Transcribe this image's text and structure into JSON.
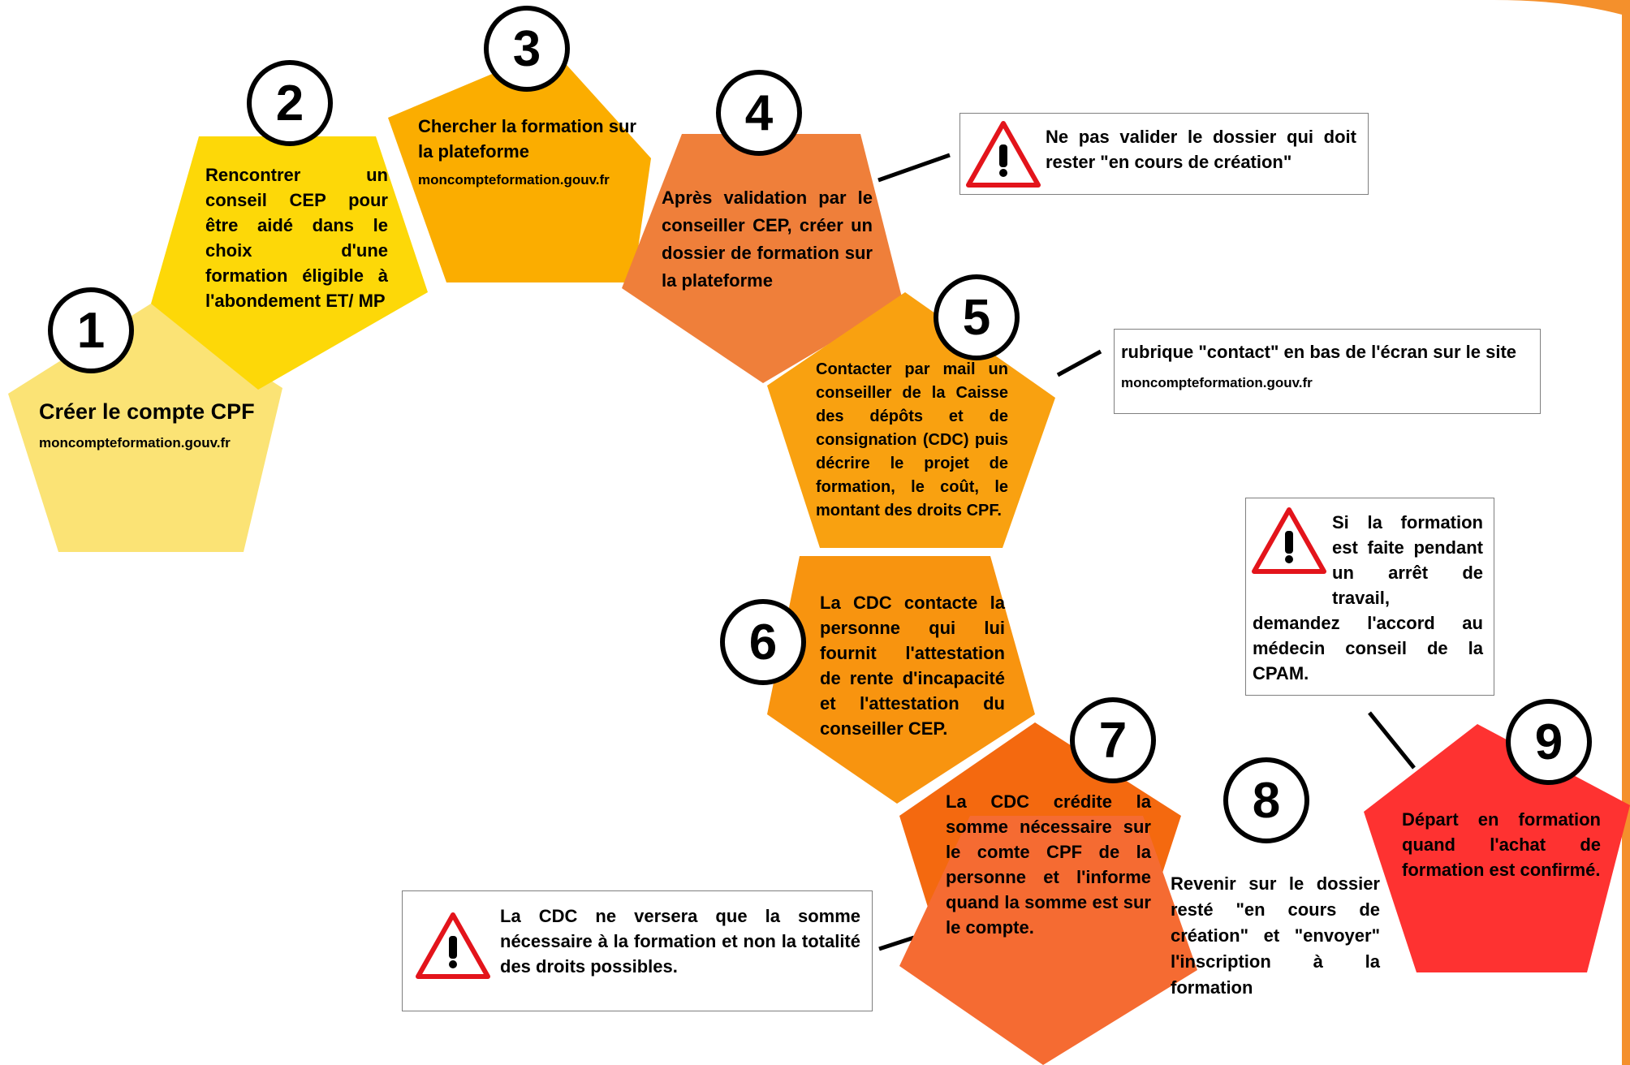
{
  "colors": {
    "step1": "#fbe375",
    "step2": "#fdd808",
    "step3": "#fbad00",
    "step4": "#ef7f3a",
    "step5": "#f9a110",
    "step6": "#f8940f",
    "step7": "#f4690f",
    "step8": "#f56b32",
    "step9": "#fe3231",
    "accent_corner": "#f4902c",
    "warning_red": "#e3141b"
  },
  "steps": [
    {
      "number": "1",
      "title": "Créer le compte CPF",
      "url": "moncompteformation.gouv.fr"
    },
    {
      "number": "2",
      "text": "Rencontrer un conseil CEP pour être aidé dans le choix d'une formation éligible à l'abondement ET/ MP"
    },
    {
      "number": "3",
      "title": "Chercher la formation sur la plateforme",
      "url": "moncompteformation.gouv.fr"
    },
    {
      "number": "4",
      "text": "Après validation par le conseiller CEP, créer un dossier de formation sur la plateforme"
    },
    {
      "number": "5",
      "text": "Contacter par mail un conseiller de la Caisse des dépôts et de consignation (CDC) puis décrire le projet de formation, le coût, le montant des droits CPF."
    },
    {
      "number": "6",
      "text": "La CDC contacte la personne qui lui fournit l'attestation de rente d'incapacité et l'attestation du conseiller CEP."
    },
    {
      "number": "7",
      "text": "La CDC crédite la somme nécessaire sur le comte CPF de la personne et l'informe quand la somme est sur le compte."
    },
    {
      "number": "8",
      "text": "Revenir sur le dossier resté \"en cours de création\" et \"envoyer\" l'inscription à la formation"
    },
    {
      "number": "9",
      "text": "Départ en formation quand l'achat de formation est confirmé."
    }
  ],
  "notes": {
    "step4": {
      "icon": "warning-triangle-icon",
      "text": "Ne pas valider le dossier qui doit rester \"en cours de création\""
    },
    "step5": {
      "text": "rubrique \"contact\" en bas de l'écran sur le site",
      "url": "moncompteformation.gouv.fr"
    },
    "step7": {
      "icon": "warning-triangle-icon",
      "text": "La CDC ne versera que la somme nécessaire à la formation et non la totalité des droits possibles."
    },
    "step9": {
      "icon": "warning-triangle-icon",
      "text_beside": "Si la formation est faite pendant un arrêt de travail,",
      "text_below": "demandez l'accord au médecin conseil de la CPAM."
    }
  }
}
